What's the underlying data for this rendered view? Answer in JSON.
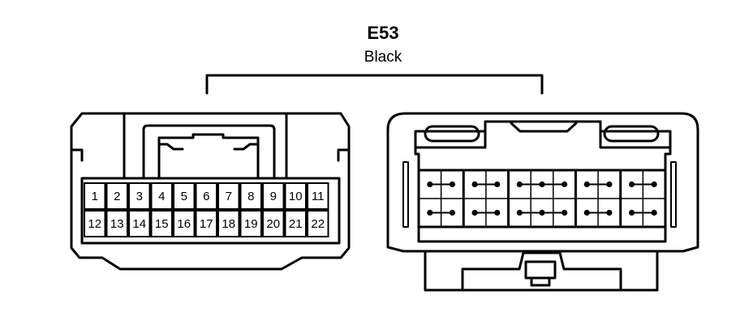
{
  "connector": {
    "code": "E53",
    "color": "Black"
  },
  "pins": {
    "top": [
      "1",
      "2",
      "3",
      "4",
      "5",
      "6",
      "7",
      "8",
      "9",
      "10",
      "11"
    ],
    "bottom": [
      "12",
      "13",
      "14",
      "15",
      "16",
      "17",
      "18",
      "19",
      "20",
      "21",
      "22"
    ]
  },
  "colors": {
    "ink": "#000000",
    "paper": "#ffffff"
  }
}
